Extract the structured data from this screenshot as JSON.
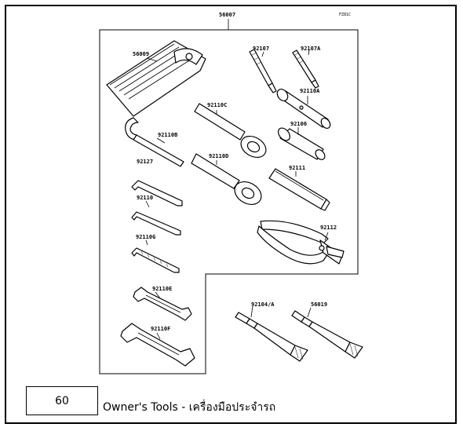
{
  "figure_code": "FZ81C",
  "page_number": "60",
  "caption": "Owner's Tools - เครื่องมือประจำรถ",
  "labels": {
    "kit": "56007",
    "pouch": "56009",
    "p92107": "92107",
    "p92107A": "92107A",
    "p92110A": "92110A",
    "p92106": "92106",
    "p92111": "92111",
    "p92112": "92112",
    "p92110B": "92110B",
    "p92127": "92127",
    "p92110C": "92110C",
    "p92110D": "92110D",
    "p92110": "92110",
    "p92110G": "92110G",
    "p92110E": "92110E",
    "p92110F": "92110F",
    "p92104A": "92104/A",
    "p56019": "56019"
  }
}
